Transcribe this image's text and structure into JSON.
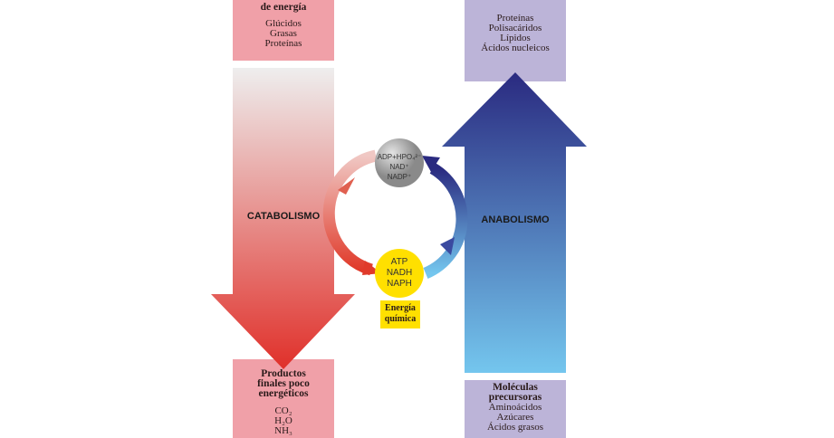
{
  "colors": {
    "catabolism_top": "#eeeeee",
    "catabolism_bottom": "#e0302a",
    "anabolism_top": "#2a2a80",
    "anabolism_bottom": "#74c6ee",
    "pink_box": "#f0a0a8",
    "lilac_box": "#bcb4d8",
    "yellow": "#ffe000",
    "gray": "#a0a0a0"
  },
  "top_left": {
    "title": "de energía",
    "items": [
      "Glúcidos",
      "Grasas",
      "Proteínas"
    ]
  },
  "top_right": {
    "items": [
      "Proteínas",
      "Polisacáridos",
      "Lípidos",
      "Ácidos nucleicos"
    ]
  },
  "catabolism": "CATABOLISMO",
  "anabolism": "ANABOLISMO",
  "gray_circle": [
    "ADP+HPO₄²⁻",
    "NAD⁺",
    "NADP⁺"
  ],
  "yellow_circle": [
    "ATP",
    "NADH",
    "NAPH"
  ],
  "energy_label": [
    "Energía",
    "química"
  ],
  "bottom_left": {
    "title": [
      "Productos",
      "finales poco",
      "energéticos"
    ],
    "items": [
      "CO₂",
      "H₂O",
      "NH₃"
    ]
  },
  "bottom_right": {
    "title": [
      "Moléculas",
      "precursoras"
    ],
    "items": [
      "Aminoácidos",
      "Azúcares",
      "Ácidos grasos"
    ]
  }
}
